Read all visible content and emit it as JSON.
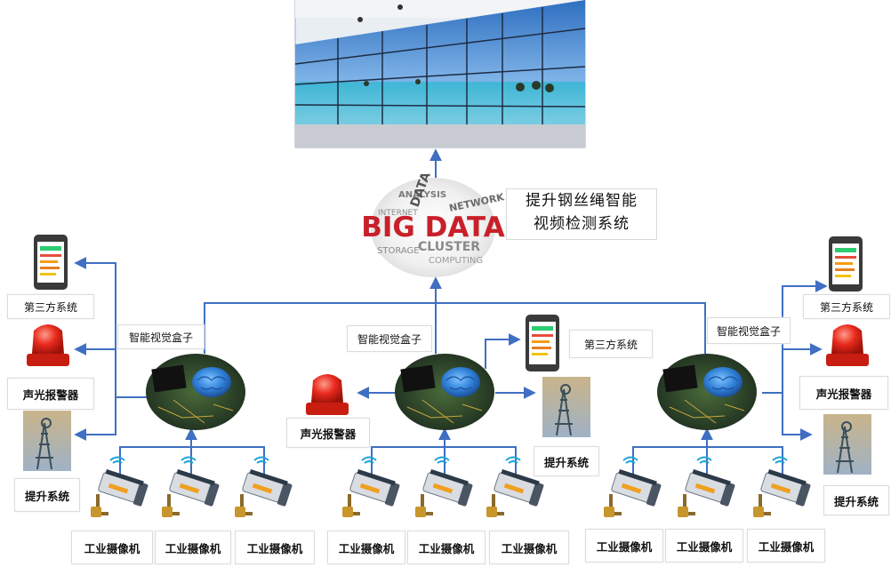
{
  "system_title": {
    "line1": "提升钢丝绳智能",
    "line2": "视频检测系统"
  },
  "bigdata": {
    "main": "BIG DATA",
    "words": [
      "ANALYSIS",
      "INTERNET",
      "NETWORK",
      "STORAGE",
      "CLUSTER",
      "COMPUTING",
      "DATA"
    ]
  },
  "nodes": {
    "left": {
      "box_label": "智能视觉盒子",
      "third_party": "第三方系统",
      "alarm": "声光报警器",
      "hoist": "提升系统",
      "cameras": [
        "工业摄像机",
        "工业摄像机",
        "工业摄像机"
      ]
    },
    "center": {
      "box_label": "智能视觉盒子",
      "third_party": "第三方系统",
      "alarm": "声光报警器",
      "hoist": "提升系统",
      "cameras": [
        "工业摄像机",
        "工业摄像机",
        "工业摄像机"
      ]
    },
    "right": {
      "box_label": "智能视觉盒子",
      "third_party": "第三方系统",
      "alarm": "声光报警器",
      "hoist": "提升系统",
      "cameras": [
        "工业摄像机",
        "工业摄像机",
        "工业摄像机"
      ]
    }
  },
  "colors": {
    "arrow": "#3f6fc2",
    "brain": "#2f7fd6",
    "alarm": "#e8291d",
    "sky": "#4d8fd8",
    "sea": "#3fb6d6"
  }
}
